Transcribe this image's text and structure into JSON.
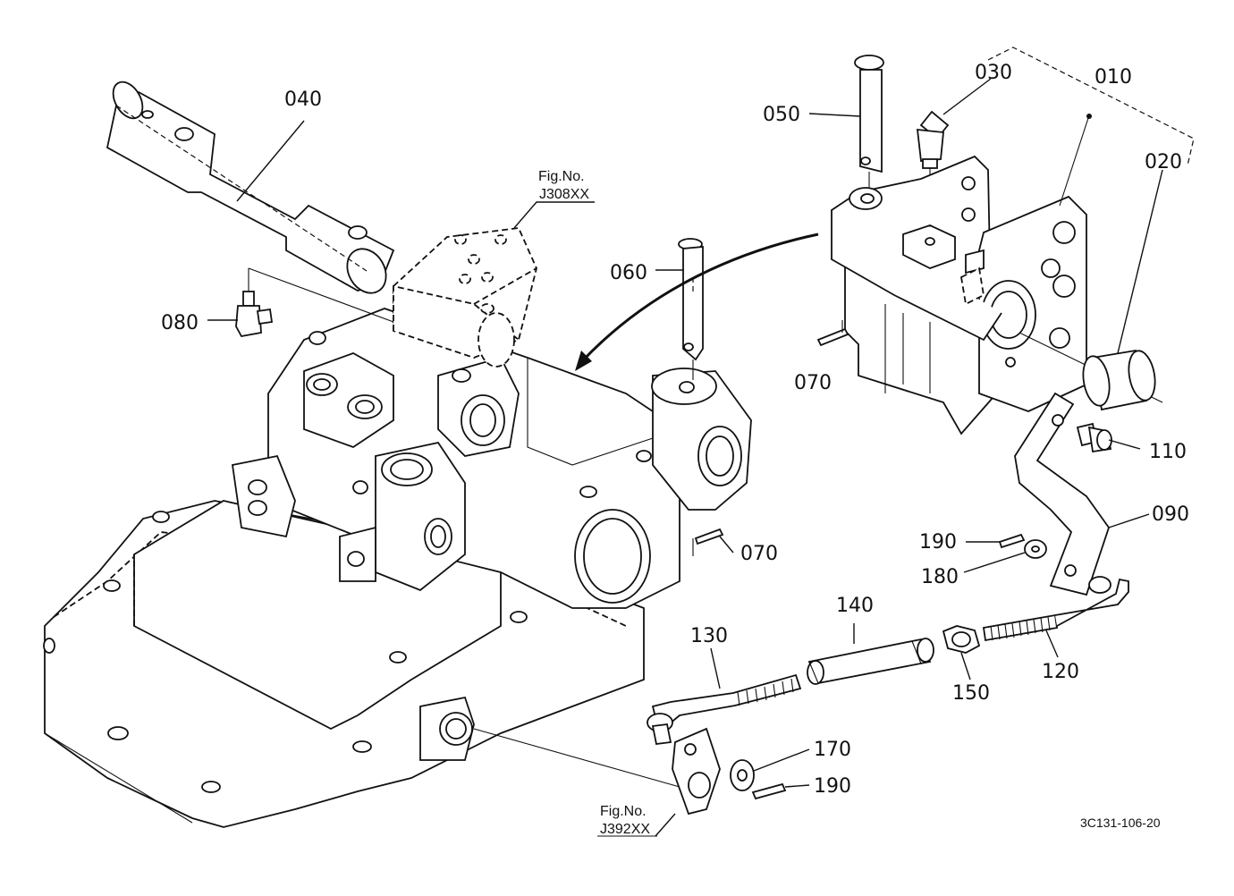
{
  "parts": [
    {
      "id": "p010",
      "label": "010"
    },
    {
      "id": "p020",
      "label": "020"
    },
    {
      "id": "p030",
      "label": "030"
    },
    {
      "id": "p040",
      "label": "040"
    },
    {
      "id": "p050",
      "label": "050"
    },
    {
      "id": "p060",
      "label": "060"
    },
    {
      "id": "p070a",
      "label": "070"
    },
    {
      "id": "p070b",
      "label": "070"
    },
    {
      "id": "p080",
      "label": "080"
    },
    {
      "id": "p090",
      "label": "090"
    },
    {
      "id": "p110",
      "label": "110"
    },
    {
      "id": "p120",
      "label": "120"
    },
    {
      "id": "p130",
      "label": "130"
    },
    {
      "id": "p140",
      "label": "140"
    },
    {
      "id": "p150",
      "label": "150"
    },
    {
      "id": "p170",
      "label": "170"
    },
    {
      "id": "p180",
      "label": "180"
    },
    {
      "id": "p190a",
      "label": "190"
    },
    {
      "id": "p190b",
      "label": "190"
    }
  ],
  "references": {
    "fig1": {
      "line1": "Fig.No.",
      "line2": "J308XX"
    },
    "fig2": {
      "line1": "Fig.No.",
      "line2": "J392XX"
    }
  },
  "drawing_code": "3C131-106-20"
}
